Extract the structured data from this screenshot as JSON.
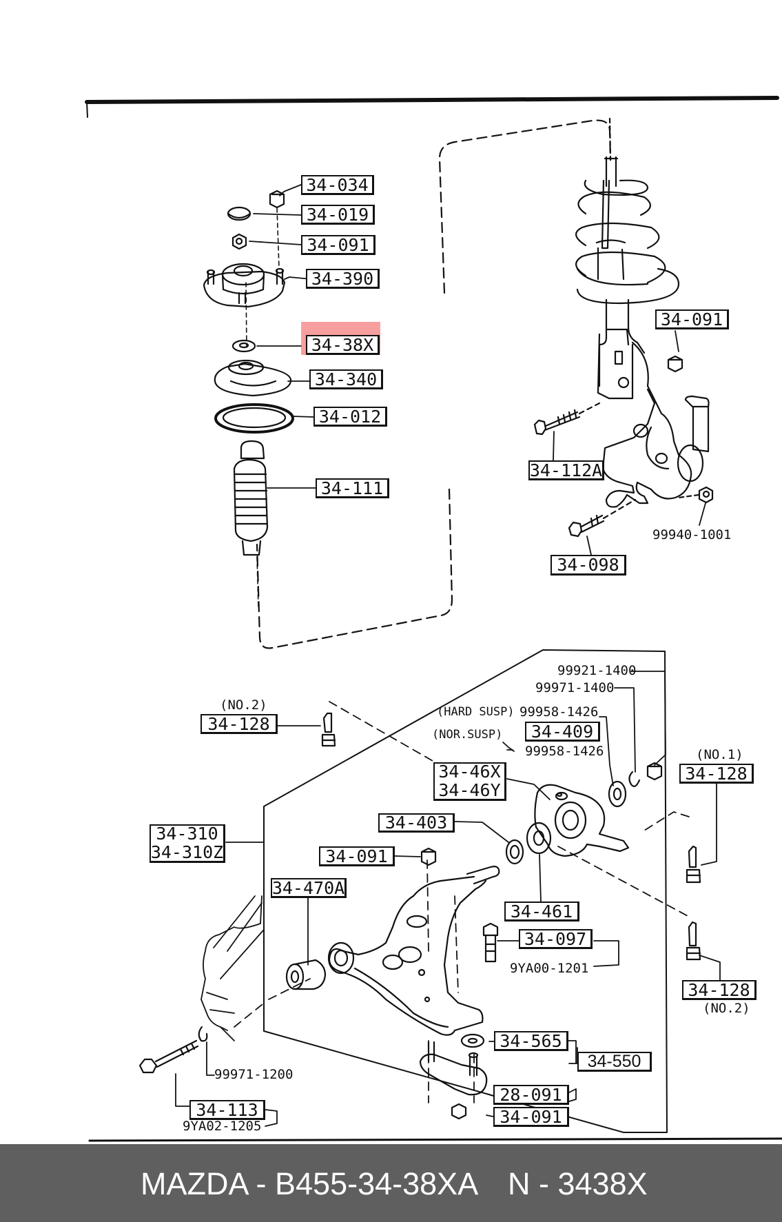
{
  "parts": {
    "p34_034": "34-034",
    "p34_019": "34-019",
    "p34_091_top": "34-091",
    "p34_390": "34-390",
    "p34_38X": "34-38X",
    "p34_340": "34-340",
    "p34_012": "34-012",
    "p34_111": "34-111",
    "p34_091_knuckle": "34-091",
    "p34_112A": "34-112A",
    "p99940_1001": "99940-1001",
    "p34_098": "34-098",
    "p99921_1400": "99921-1400",
    "p99971_1400": "99971-1400",
    "hard_susp": "(HARD SUSP)",
    "p99958_1426_a": "99958-1426",
    "nor_susp": "(NOR.SUSP)",
    "p34_409": "34-409",
    "p99958_1426_b": "99958-1426",
    "no2_top": "(NO.2)",
    "p34_128_top": "34-128",
    "no1": "(NO.1)",
    "p34_128_right": "34-128",
    "p34_46X": "34-46X",
    "p34_46Y": "34-46Y",
    "p34_403": "34-403",
    "p34_310": "34-310",
    "p34_310Z": "34-310Z",
    "p34_091_arm": "34-091",
    "p34_470A": "34-470A",
    "p34_461": "34-461",
    "p34_097": "34-097",
    "p9YA00_1201": "9YA00-1201",
    "p34_128_bottom": "34-128",
    "no2_bottom": "(NO.2)",
    "p34_565": "34-565",
    "p34_550": "34-550",
    "p28_091": "28-091",
    "p34_091_bottom": "34-091",
    "p99971_1200": "99971-1200",
    "p34_113": "34-113",
    "p9YA02_1205": "9YA02-1205"
  },
  "highlight_part": "34-38X",
  "highlight_color": "#f05050",
  "footer": {
    "brand_part": "MAZDA - B455-34-38XA",
    "alt_part": "N - 3438X",
    "background": "#5f5f5f"
  }
}
